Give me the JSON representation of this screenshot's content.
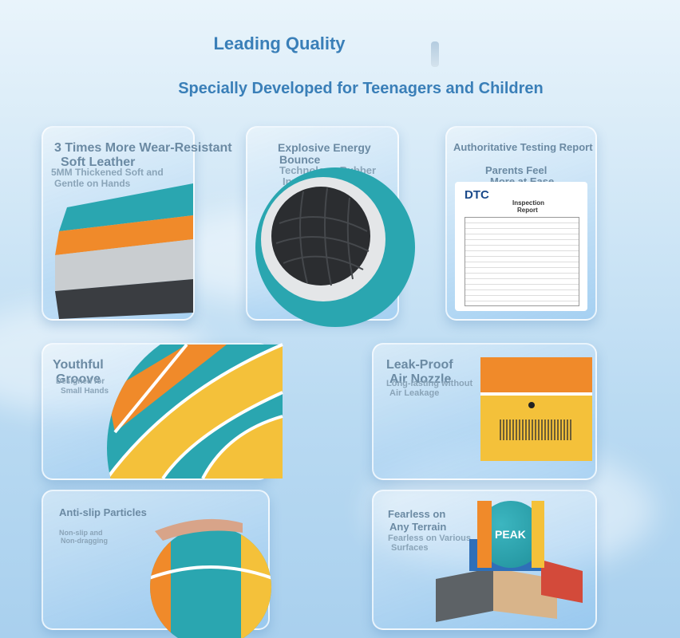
{
  "header": {
    "title": "Leading Quality",
    "subtitle": "Specially Developed for Teenagers and Children"
  },
  "cards": {
    "leather": {
      "title_line1": "3 Times More Wear-Resistant",
      "title_line2": "Soft Leather",
      "sub_line1": "5MM Thickened Soft and",
      "sub_line2": "Gentle on Hands"
    },
    "bounce": {
      "title_line1": "Explosive Energy",
      "title_line2": "Bounce",
      "sub_line1": "Technology Rubber",
      "sub_line2": "Inner Tube"
    },
    "report": {
      "title": "Authoritative Testing Report",
      "sub_line1": "Parents Feel",
      "sub_line2": "More at Ease",
      "doc_brand": "DTC",
      "doc_title_line1": "Inspection",
      "doc_title_line2": "Report"
    },
    "groove": {
      "title_line1": "Youthful",
      "title_line2": "Groove",
      "sub_line1": "Designed for",
      "sub_line2": "Small Hands"
    },
    "nozzle": {
      "title_line1": "Leak-Proof",
      "title_line2": "Air Nozzle",
      "sub_line1": "Long-lasting without",
      "sub_line2": "Air Leakage"
    },
    "antislip": {
      "title": "Anti-slip Particles",
      "sub_line1": "Non-slip and",
      "sub_line2": "Non-dragging"
    },
    "terrain": {
      "title_line1": "Fearless on",
      "title_line2": "Any Terrain",
      "sub_line1": "Fearless on Various",
      "sub_line2": "Surfaces",
      "ball_brand": "PEAK"
    }
  },
  "colors": {
    "teal": "#2aa6b0",
    "orange": "#f08a2a",
    "yellow": "#f4c13a",
    "heading": "#3a7fb8"
  }
}
